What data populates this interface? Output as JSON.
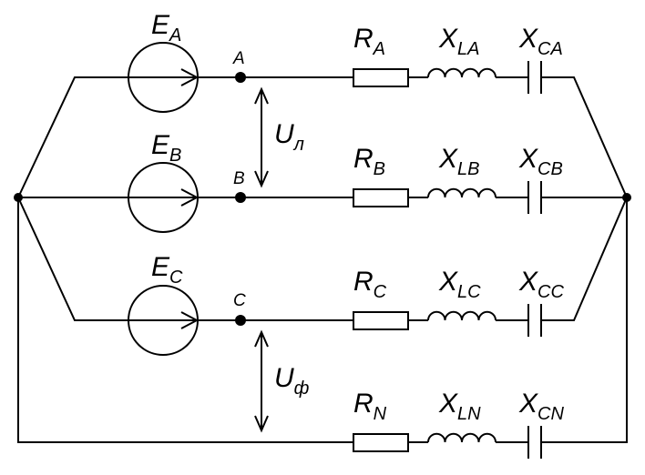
{
  "phases": [
    {
      "source": "E",
      "source_sub": "A",
      "node": "A",
      "resistor": "R",
      "resistor_sub": "A",
      "inductor": "X",
      "inductor_sub": "LA",
      "capacitor": "X",
      "capacitor_sub": "CA"
    },
    {
      "source": "E",
      "source_sub": "B",
      "node": "B",
      "resistor": "R",
      "resistor_sub": "B",
      "inductor": "X",
      "inductor_sub": "LB",
      "capacitor": "X",
      "capacitor_sub": "CB"
    },
    {
      "source": "E",
      "source_sub": "C",
      "node": "C",
      "resistor": "R",
      "resistor_sub": "C",
      "inductor": "X",
      "inductor_sub": "LC",
      "capacitor": "X",
      "capacitor_sub": "CC"
    }
  ],
  "neutral": {
    "resistor": "R",
    "resistor_sub": "N",
    "inductor": "X",
    "inductor_sub": "LN",
    "capacitor": "X",
    "capacitor_sub": "CN"
  },
  "line_voltage": {
    "symbol": "U",
    "sub": "л"
  },
  "phase_voltage": {
    "symbol": "U",
    "sub": "ф"
  }
}
